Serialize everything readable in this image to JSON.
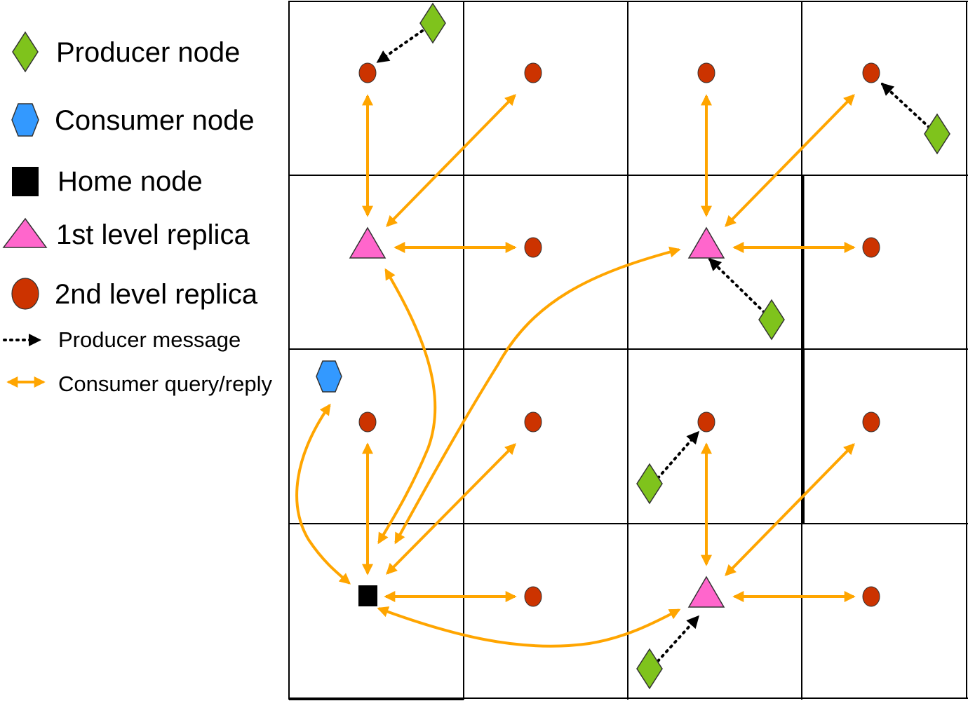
{
  "legend": {
    "producer": "Producer node",
    "consumer": "Consumer node",
    "home": "Home node",
    "replica1": "1st level replica",
    "replica2": "2nd level replica",
    "producer_msg": "Producer message",
    "consumer_query": "Consumer query/reply"
  },
  "colors": {
    "producer": "#7FC31C",
    "consumer": "#3399FF",
    "home": "#000000",
    "replica1": "#FF66CC",
    "replica2": "#CC3300",
    "arrow": "#FFA500",
    "message": "#000000"
  }
}
